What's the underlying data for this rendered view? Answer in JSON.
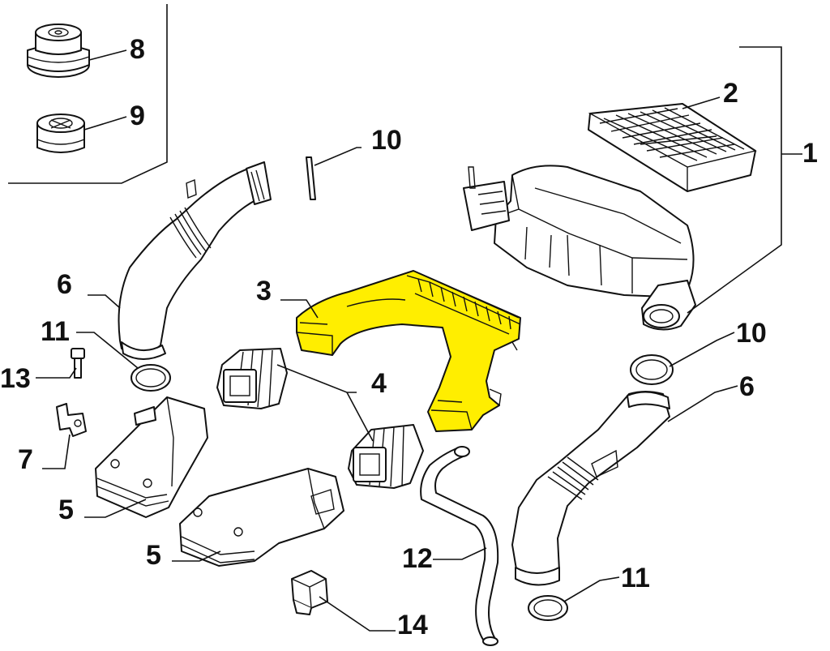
{
  "highlight_color": "#ffee00",
  "callouts": {
    "c1": "1",
    "c2": "2",
    "c3": "3",
    "c4": "4",
    "c5a": "5",
    "c5b": "5",
    "c6a": "6",
    "c6b": "6",
    "c7": "7",
    "c8": "8",
    "c9": "9",
    "c10a": "10",
    "c10b": "10",
    "c11a": "11",
    "c11b": "11",
    "c12": "12",
    "c13": "13",
    "c14": "14"
  },
  "parts": [
    {
      "id": "1",
      "name": "air-filter-housing"
    },
    {
      "id": "2",
      "name": "filter-element"
    },
    {
      "id": "3",
      "name": "intake-duct",
      "highlighted": true
    },
    {
      "id": "4",
      "name": "bellows"
    },
    {
      "id": "5",
      "name": "intake-resonator"
    },
    {
      "id": "6",
      "name": "intake-hose"
    },
    {
      "id": "7",
      "name": "bracket"
    },
    {
      "id": "8",
      "name": "rubber-mount"
    },
    {
      "id": "9",
      "name": "rubber-mount"
    },
    {
      "id": "10",
      "name": "strap-or-clip"
    },
    {
      "id": "11",
      "name": "hose-clamp"
    },
    {
      "id": "12",
      "name": "breather-pipe"
    },
    {
      "id": "13",
      "name": "screw"
    },
    {
      "id": "14",
      "name": "clip"
    }
  ]
}
